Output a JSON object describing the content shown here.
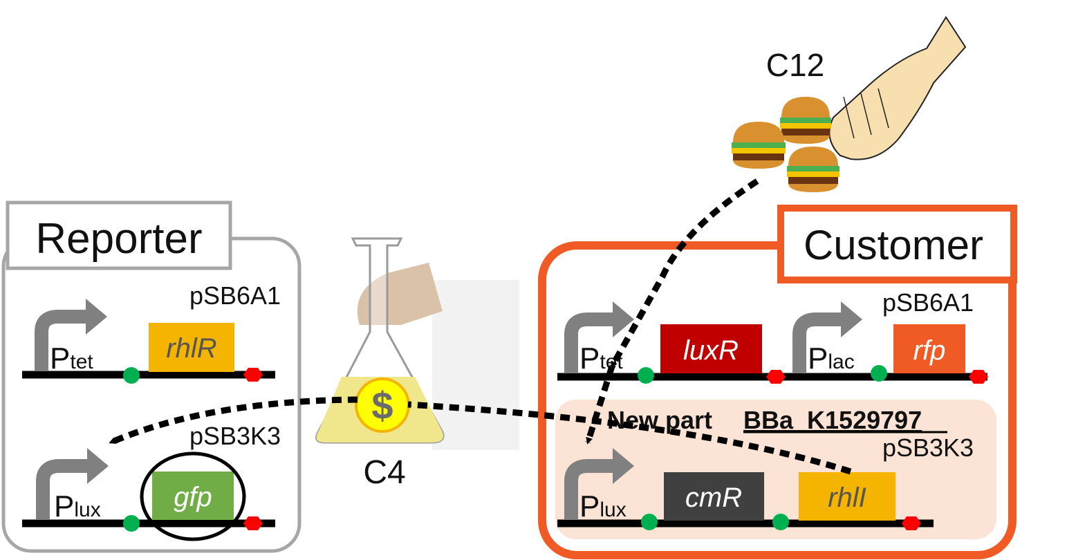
{
  "reporter": {
    "title": "Reporter",
    "plasmid_top": "pSB6A1",
    "plasmid_bottom": "pSB3K3",
    "promoter_tet_main": "P",
    "promoter_tet_sub": "tet",
    "gene_rhlR": "rhlR",
    "promoter_lux_main": "P",
    "promoter_lux_sub": "lux",
    "gene_gfp": "gfp"
  },
  "customer": {
    "title": "Customer",
    "plasmid_top": "pSB6A1",
    "plasmid_bottom": "pSB3K3",
    "promoter_tet_main": "P",
    "promoter_tet_sub": "tet",
    "gene_luxR": "luxR",
    "promoter_lac_main": "P",
    "promoter_lac_sub": "lac",
    "gene_rfp": "rfp",
    "new_part_label": "New part",
    "new_part_id": "BBa_K1529797",
    "promoter_lux_main": "P",
    "promoter_lux_sub": "lux",
    "gene_cmR": "cmR",
    "gene_rhlI": "rhlI"
  },
  "signals": {
    "c12": "C12",
    "c4": "C4",
    "dollar": "$"
  },
  "colors": {
    "reporter_border": "#a6a6a6",
    "customer_border": "#f05a24",
    "new_part_bg": "#fbe4d5",
    "rhlR": "#f5b400",
    "gfp": "#70ad47",
    "luxR": "#c00000",
    "rfp": "#f05a24",
    "cmR": "#404040",
    "rhlI": "#f5b400",
    "rbs": "#00b050",
    "terminator": "#ff0000",
    "promoter_arrow": "#808080"
  },
  "icons": [
    "promoter-arrow-icon",
    "rbs-dot-icon",
    "terminator-icon",
    "hamburger-icon",
    "hand-icon",
    "flask-icon",
    "dollar-coin-icon"
  ]
}
